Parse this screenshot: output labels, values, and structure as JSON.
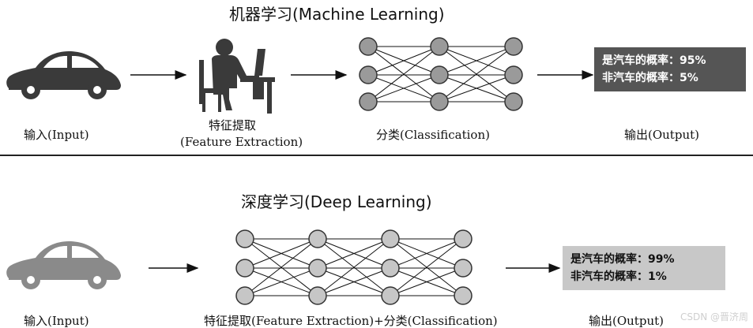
{
  "ml": {
    "title": "机器学习(Machine Learning)",
    "input_label": "输入(Input)",
    "feature_label_1": "特征提取",
    "feature_label_2": "(Feature Extraction)",
    "classify_label": "分类(Classification)",
    "output_label": "输出(Output)",
    "result_line_1": "是汽车的概率：95%",
    "result_line_2": "非汽车的概率：5%",
    "result_bg": "#555555",
    "result_fg": "#ffffff"
  },
  "dl": {
    "title": "深度学习(Deep Learning)",
    "input_label": "输入(Input)",
    "combined_label": "特征提取(Feature Extraction)+分类(Classification)",
    "output_label": "输出(Output)",
    "result_line_1": "是汽车的概率：99%",
    "result_line_2": "非汽车的概率：1%",
    "result_bg": "#c8c8c8",
    "result_fg": "#111111"
  },
  "watermark": "CSDN @晋济周",
  "colors": {
    "node": "#9a9a9a",
    "node_light": "#c6c6c6",
    "car_dark": "#3a3a3a",
    "car_light": "#8a8a8a",
    "line": "#111111"
  }
}
